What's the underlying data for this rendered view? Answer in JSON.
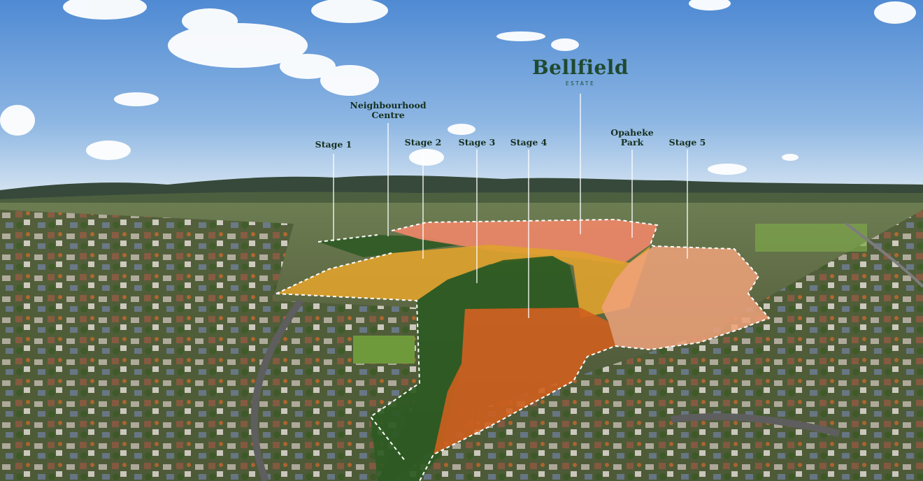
{
  "brand": {
    "name": "Bellfield",
    "subtitle": "ESTATE"
  },
  "labels": {
    "stage1": "Stage 1",
    "neighbourhood_line1": "Neighbourhood",
    "neighbourhood_line2": "Centre",
    "stage2": "Stage 2",
    "stage3": "Stage 3",
    "stage4": "Stage 4",
    "opaheke_line1": "Opaheke",
    "opaheke_line2": "Park",
    "stage5": "Stage 5"
  },
  "colors": {
    "sky_top": "#5b92d6",
    "sky_horizon": "#dbe8f3",
    "stage1": "#2f5a26",
    "stage2": "#e0a22c",
    "stage3": "#2c5a22",
    "stage4": "#cf5f1e",
    "stage5": "#f0a27a",
    "opaheke_park": "#f3876a",
    "brand": "#1f4a30"
  }
}
